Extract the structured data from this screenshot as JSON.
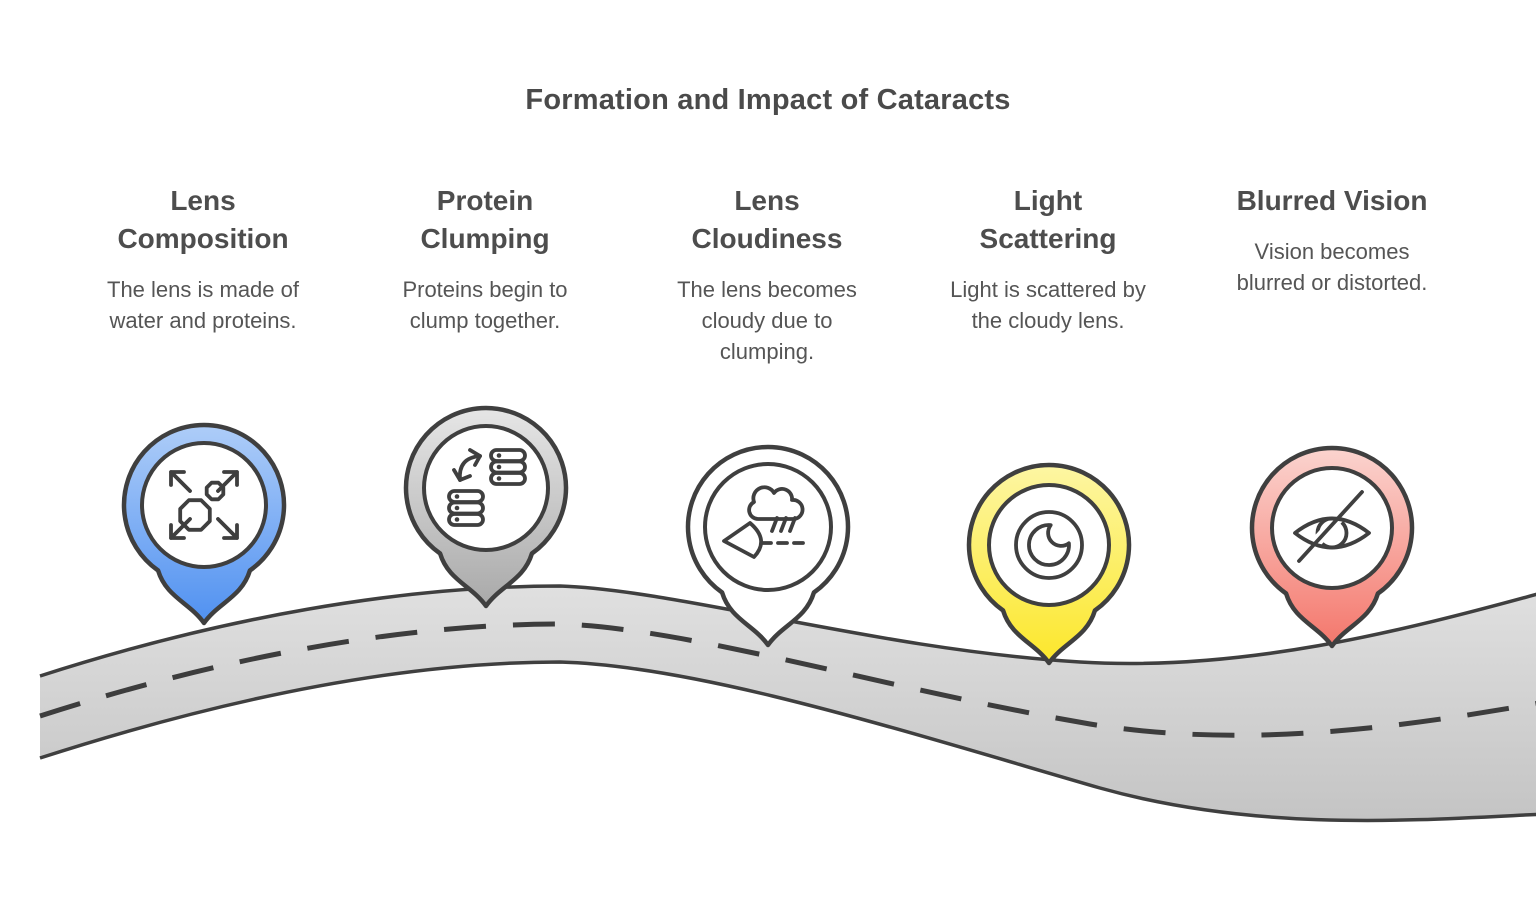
{
  "title": "Formation and Impact of Cataracts",
  "stages": [
    {
      "id": "lens-composition",
      "heading": "Lens\nComposition",
      "description": "The lens is made of\nwater and proteins.",
      "icon": "expand-molecules-icon",
      "pin_light": "#aecdf8",
      "pin_deep": "#5091f1"
    },
    {
      "id": "protein-clumping",
      "heading": "Protein\nClumping",
      "description": "Proteins begin to\nclump together.",
      "icon": "protein-stacks-transfer-icon",
      "pin_light": "#e6e6e6",
      "pin_deep": "#a9a9a9"
    },
    {
      "id": "lens-cloudiness",
      "heading": "Lens\nCloudiness",
      "description": "The lens becomes\ncloudy due to\nclumping.",
      "icon": "fog-cloud-visibility-icon",
      "pin_light": "#ffffff",
      "pin_deep": "#ffffff"
    },
    {
      "id": "light-scattering",
      "heading": "Light\nScattering",
      "description": "Light is scattered by\nthe cloudy lens.",
      "icon": "lens-pupil-icon",
      "pin_light": "#fdf6a3",
      "pin_deep": "#fce72b"
    },
    {
      "id": "blurred-vision",
      "heading": "Blurred Vision",
      "description": "Vision becomes\nblurred or distorted.",
      "icon": "eye-off-icon",
      "pin_light": "#fbd4cf",
      "pin_deep": "#f4776c"
    }
  ],
  "colors": {
    "outline": "#3f3f3f",
    "road_top": "#e0e0e0",
    "road_bottom": "#c4c4c4",
    "title_text": "#4a4a4a",
    "heading_text": "#4d4d4d",
    "body_text": "#555555",
    "background": "#ffffff"
  }
}
